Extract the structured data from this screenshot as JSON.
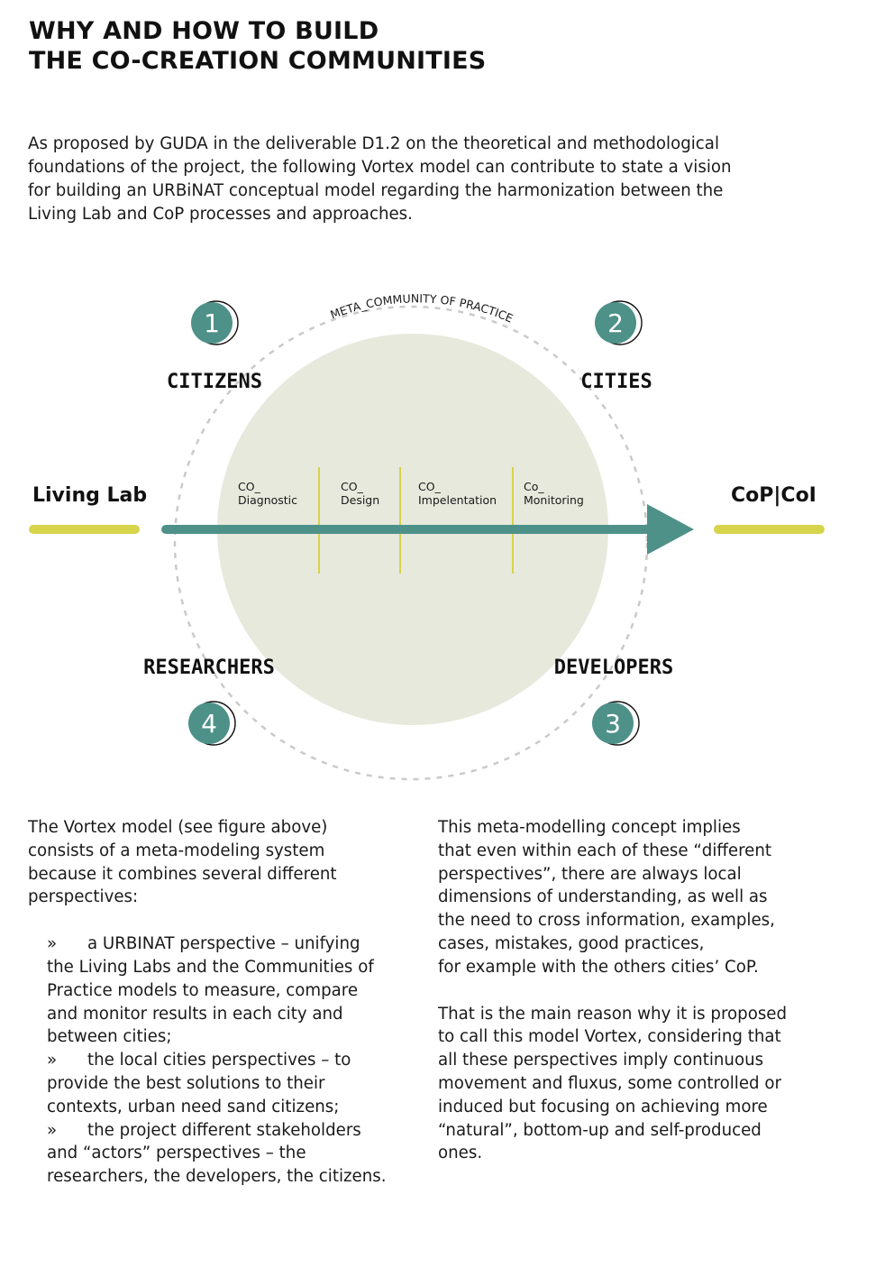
{
  "title": {
    "line1": "WHY AND HOW TO BUILD",
    "line2": "THE CO-CREATION COMMUNITIES"
  },
  "intro": {
    "lines": [
      "As proposed by GUDA in the deliverable D1.2 on the theoretical and methodological",
      "foundations of the project, the following Vortex model can contribute to state a vision",
      "for building an URBiNAT conceptual model regarding the harmonization between the",
      "Living Lab and CoP processes and approaches."
    ]
  },
  "diagram": {
    "arc_label": "META_COMMUNITY OF PRACTICE",
    "left_label": "Living Lab",
    "right_label": "CoP|CoI",
    "colors": {
      "teal": "#4e9189",
      "yellow": "#d6d44a",
      "circle_fill": "#e6e9dc",
      "dash": "#c9c9c9"
    },
    "actors": [
      {
        "number": "1",
        "label": "CITIZENS"
      },
      {
        "number": "2",
        "label": "CITIES"
      },
      {
        "number": "3",
        "label": "DEVELOPERS"
      },
      {
        "number": "4",
        "label": "RESEARCHERS"
      }
    ],
    "phases": [
      {
        "prefix": "CO_",
        "name": "Diagnostic"
      },
      {
        "prefix": "CO_",
        "name": "Design"
      },
      {
        "prefix": "CO_",
        "name": "Impelentation"
      },
      {
        "prefix": "Co_",
        "name": "Monitoring"
      }
    ]
  },
  "left_column": {
    "intro_lines": [
      "The Vortex model (see figure above)",
      "consists of a meta-modeling system",
      "because it combines several different",
      "perspectives:"
    ],
    "bullet_mark": "»",
    "bullets": [
      {
        "first": "a URBINAT perspective – unifying",
        "rest": [
          "the Living Labs and the Communities of",
          "Practice models to measure, compare",
          "and monitor results in each city and",
          "between cities;"
        ]
      },
      {
        "first": "the local cities perspectives – to",
        "rest": [
          "provide the best solutions to their",
          "contexts, urban need sand citizens;"
        ]
      },
      {
        "first": "the project different stakeholders",
        "rest": [
          "and “actors” perspectives – the",
          "researchers, the developers, the citizens."
        ]
      }
    ]
  },
  "right_column": {
    "para1": [
      "This meta-modelling concept implies",
      "that even within each of these “different",
      "perspectives”, there are always local",
      "dimensions of understanding, as well as",
      "the need to cross information, examples,",
      "cases, mistakes, good practices,",
      "for example with the others cities’ CoP."
    ],
    "para2": [
      "That is the main reason why it is proposed",
      "to call this model Vortex, considering that",
      "all these perspectives imply continuous",
      "movement and fluxus, some controlled or",
      "induced but focusing on achieving more",
      "“natural”, bottom-up and self-produced",
      "ones."
    ]
  }
}
